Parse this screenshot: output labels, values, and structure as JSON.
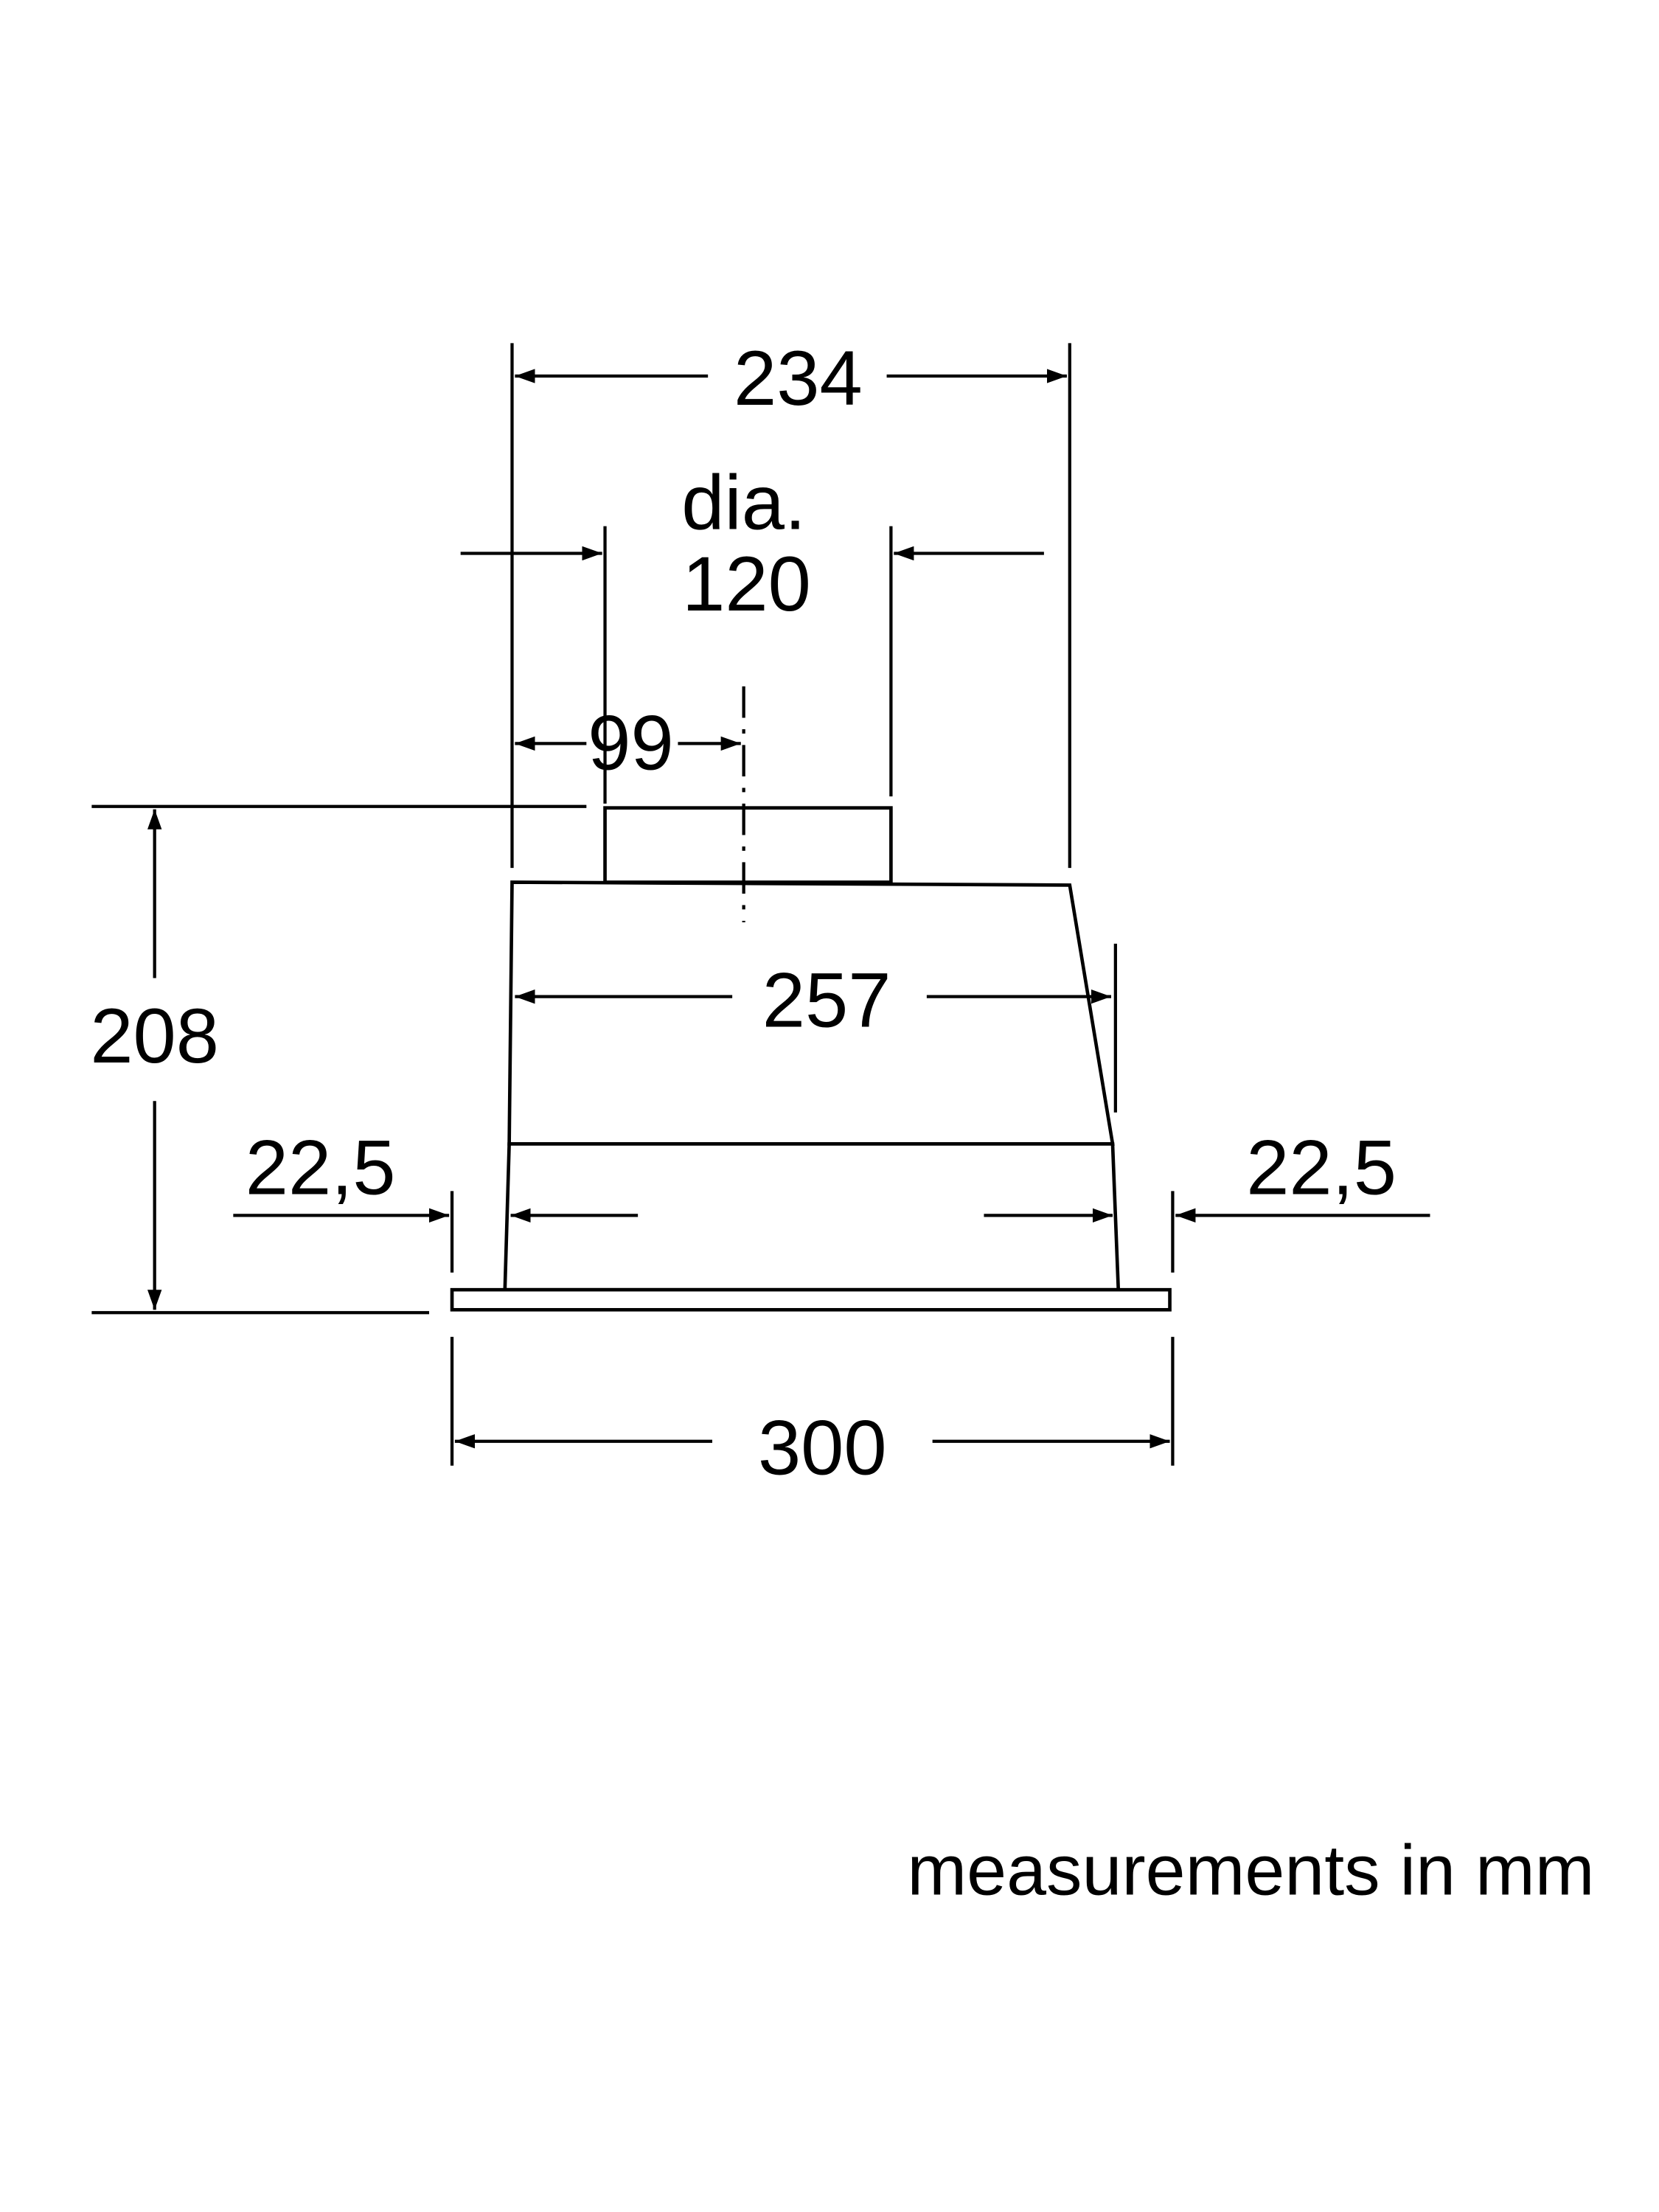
{
  "drawing": {
    "title": "Built-in cooker hood dimension drawing",
    "dimensions": {
      "overall_top_width": "234",
      "duct_label": "dia.",
      "duct_diameter": "120",
      "duct_offset": "99",
      "body_width": "257",
      "height": "208",
      "left_overhang": "22,5",
      "right_overhang": "22,5",
      "panel_width": "300"
    },
    "units_note": "measurements in mm",
    "line_color": "#000000",
    "background_color": "#ffffff"
  }
}
